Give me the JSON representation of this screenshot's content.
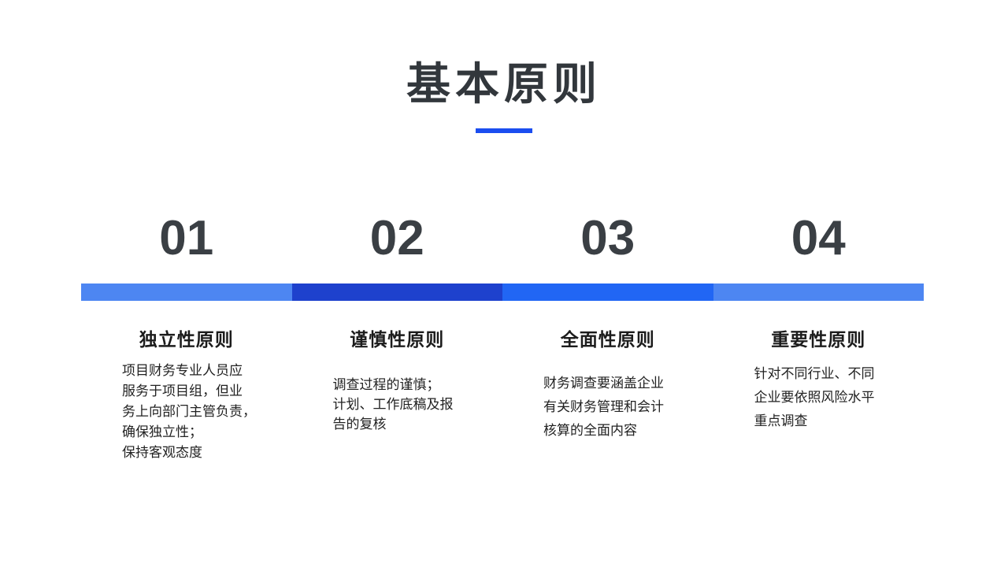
{
  "title": {
    "text": "基本原则",
    "underline_color": "#1b4df0"
  },
  "columns": [
    {
      "number": "01",
      "heading": "独立性原则",
      "body": "项目财务专业人员应\n服务于项目组，但业\n务上向部门主管负责，\n确保独立性；\n保持客观态度",
      "bar_color": "#4d86f2"
    },
    {
      "number": "02",
      "heading": "谨慎性原则",
      "body": "调查过程的谨慎；\n计划、工作底稿及报\n告的复核",
      "bar_color": "#1e41cd"
    },
    {
      "number": "03",
      "heading": "全面性原则",
      "body": "财务调查要涵盖企业\n有关财务管理和会计\n核算的全面内容",
      "bar_color": "#2166f4"
    },
    {
      "number": "04",
      "heading": "重要性原则",
      "body": "针对不同行业、不同\n企业要依照风险水平\n重点调查",
      "bar_color": "#4d86f2"
    }
  ]
}
